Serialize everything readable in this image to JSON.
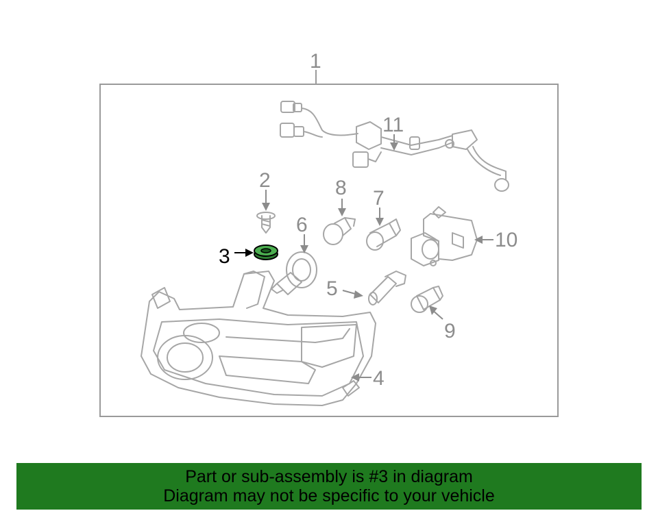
{
  "diagram": {
    "assembly_callout": "1",
    "callouts": {
      "c2": "2",
      "c3": "3",
      "c4": "4",
      "c5": "5",
      "c6": "6",
      "c7": "7",
      "c8": "8",
      "c9": "9",
      "c10": "10",
      "c11": "11"
    },
    "highlighted_part": "3",
    "highlight_color": "#2e7d32",
    "line_color": "#a6a6a6"
  },
  "banner": {
    "line1": "Part or sub-assembly is #3 in diagram",
    "line2": "Diagram may not be specific to your vehicle",
    "background": "#1f7a1f"
  }
}
